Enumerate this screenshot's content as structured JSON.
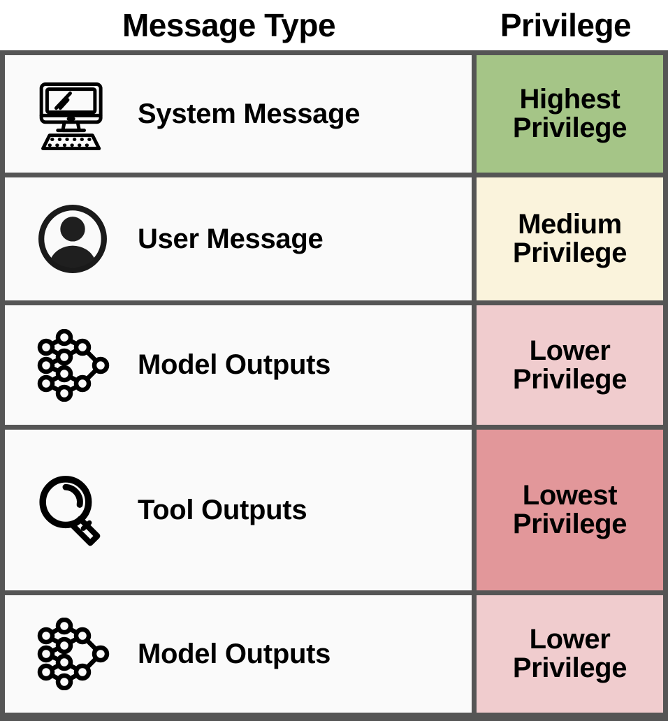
{
  "headers": {
    "message_type": "Message Type",
    "privilege": "Privilege"
  },
  "colors": {
    "border": "#555555",
    "cell_background": "#fafafa",
    "text": "#000000",
    "highest": "#a5c587",
    "medium": "#faf3dc",
    "lower": "#f0ccce",
    "lowest": "#e2979a"
  },
  "rows": [
    {
      "icon": "desktop-computer-icon",
      "label": "System Message",
      "privilege": "Highest\nPrivilege",
      "privilege_line1": "Highest",
      "privilege_line2": "Privilege",
      "privilege_color": "#a5c587"
    },
    {
      "icon": "user-avatar-icon",
      "label": "User Message",
      "privilege": "Medium\nPrivilege",
      "privilege_line1": "Medium",
      "privilege_line2": "Privilege",
      "privilege_color": "#faf3dc"
    },
    {
      "icon": "neural-network-icon",
      "label": "Model Outputs",
      "privilege": "Lower\nPrivilege",
      "privilege_line1": "Lower",
      "privilege_line2": "Privilege",
      "privilege_color": "#f0ccce"
    },
    {
      "icon": "magnifying-glass-icon",
      "label": "Tool Outputs",
      "privilege": "Lowest\nPrivilege",
      "privilege_line1": "Lowest",
      "privilege_line2": "Privilege",
      "privilege_color": "#e2979a"
    },
    {
      "icon": "neural-network-icon",
      "label": "Model Outputs",
      "privilege": "Lower\nPrivilege",
      "privilege_line1": "Lower",
      "privilege_line2": "Privilege",
      "privilege_color": "#f0ccce"
    }
  ]
}
